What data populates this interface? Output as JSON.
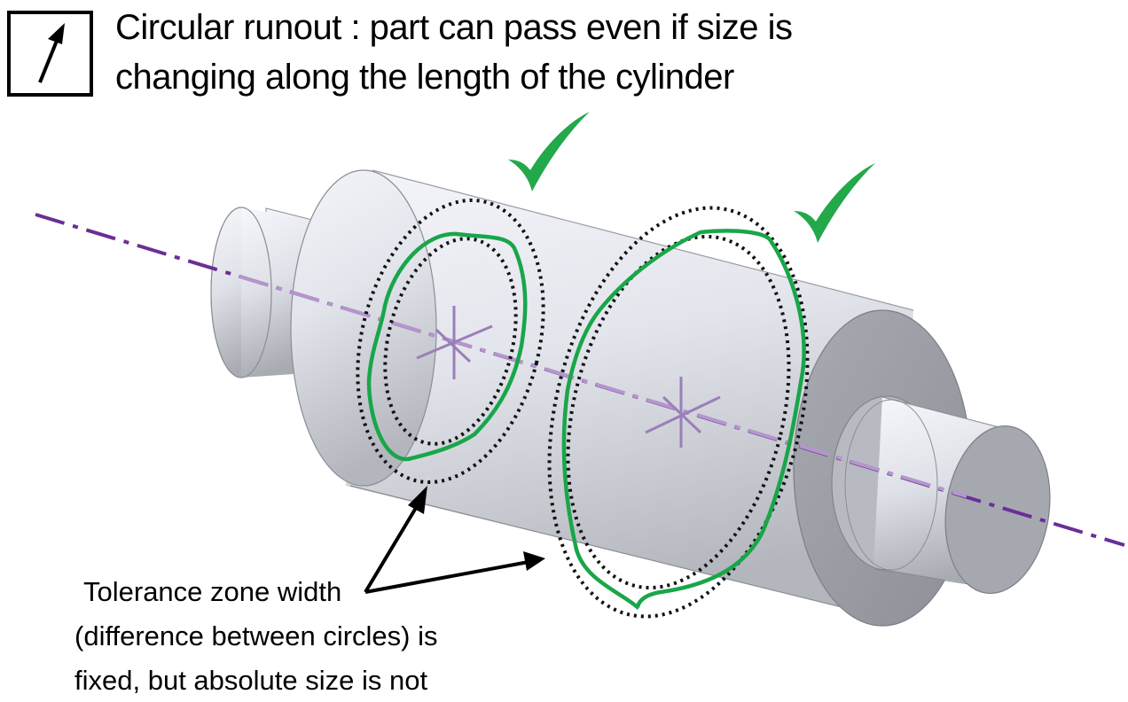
{
  "title": {
    "symbol_icon": "circular-runout-arrow-icon",
    "line1": "Circular runout : part can pass even if size is",
    "line2": "changing along the length of the cylinder"
  },
  "caption": {
    "line1": "Tolerance zone width",
    "line2": "(difference between circles) is",
    "line3": "fixed, but absolute size is not"
  },
  "icons": {
    "check": "check-mark-icon",
    "axis": "center-axis-line",
    "center": "center-mark-icon"
  },
  "colors": {
    "axis": "#6a2f96",
    "profile": "#19a64a",
    "check": "#23a84a",
    "zone": "#111111",
    "cylinder": "#e6e8ef",
    "cylinder_dark": "#9a9ca4"
  }
}
